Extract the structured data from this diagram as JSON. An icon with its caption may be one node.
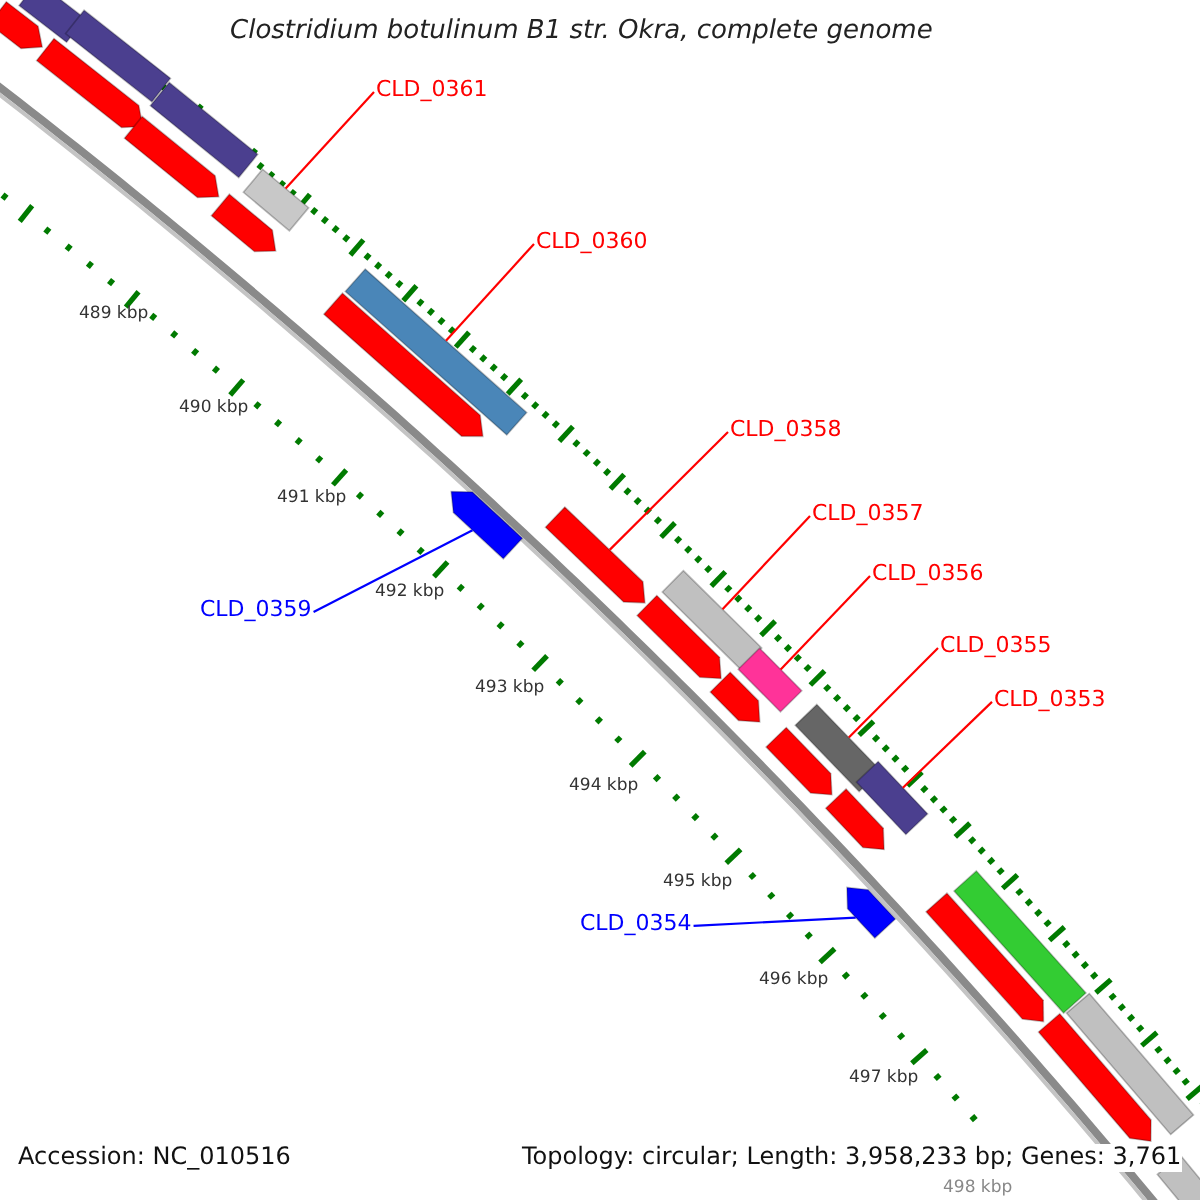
{
  "diagram": {
    "title": "Clostridium botulinum B1 str. Okra, complete genome",
    "nodes": [
      {
        "text": [
          "CLD_0361"
        ]
      },
      {
        "text": [],
        "shape": "bar"
      },
      {
        "text": [
          "CLD_0360"
        ]
      },
      {
        "text": [],
        "shape": "bar"
      },
      {
        "text": [
          "CLD_0358"
        ]
      },
      {
        "text": [],
        "shape": "bar"
      },
      {
        "text": [
          "CLD_0357"
        ]
      },
      {
        "text": [],
        "shape": "bar"
      },
      {
        "text": [
          "CLD_0356"
        ]
      },
      {
        "text": [],
        "shape": "bar"
      },
      {
        "text": [
          "CLD_0355"
        ]
      },
      {
        "text": [],
        "shape": "bar"
      },
      {
        "text": [
          "CLD_0353"
        ]
      },
      {
        "text": [],
        "shape": "bar"
      },
      {
        "text": [
          "CLD_0359"
        ]
      },
      {
        "text": [],
        "shape": "bar"
      },
      {
        "text": [
          "CLD_0354"
        ]
      },
      {
        "text": [],
        "shape": "bar"
      },
      {
        "text": [],
        "shape": "bar"
      },
      {
        "text": [],
        "shape": "bar"
      },
      {
        "text": [],
        "shape": "bar"
      },
      {
        "text": [],
        "shape": "bar"
      },
      {
        "text": [],
        "shape": "bar"
      },
      {
        "text": [],
        "shape": "bar"
      },
      {
        "text": [],
        "shape": "bar"
      },
      {
        "text": [],
        "shape": "bar"
      },
      {
        "text": [],
        "shape": "bar"
      },
      {
        "text": [],
        "shape": "bar"
      },
      {
        "text": [],
        "shape": "bar"
      },
      {
        "text": [],
        "shape": "bar"
      },
      {
        "text": [],
        "shape": "bar"
      },
      {
        "text": [],
        "shape": "bar"
      },
      {
        "text": [],
        "shape": "bar"
      },
      {
        "text": [],
        "shape": "bar"
      },
      {
        "text": [],
        "shape": "bar"
      }
    ],
    "edges": [
      {
        "from": 0,
        "to": 1,
        "arrow": "none"
      },
      {
        "from": 2,
        "to": 3,
        "arrow": "none"
      },
      {
        "from": 4,
        "to": 5,
        "arrow": "none"
      },
      {
        "from": 6,
        "to": 7,
        "arrow": "none"
      },
      {
        "from": 8,
        "to": 9,
        "arrow": "none"
      },
      {
        "from": 10,
        "to": 11,
        "arrow": "none"
      },
      {
        "from": 12,
        "to": 13,
        "arrow": "none"
      },
      {
        "from": 14,
        "to": 15,
        "arrow": "none",
        "color": "#0000ff"
      },
      {
        "from": 16,
        "to": 17,
        "arrow": "none",
        "color": "#0000ff"
      }
    ],
    "labels": [
      "489 kbp",
      "490 kbp",
      "491 kbp",
      "492 kbp",
      "493 kbp",
      "494 kbp",
      "495 kbp",
      "496 kbp",
      "497 kbp",
      "498 kbp",
      "Accession: NC_010516",
      "Topology: circular; Length: 3,958,233 bp; Genes: 3,761"
    ]
  }
}
